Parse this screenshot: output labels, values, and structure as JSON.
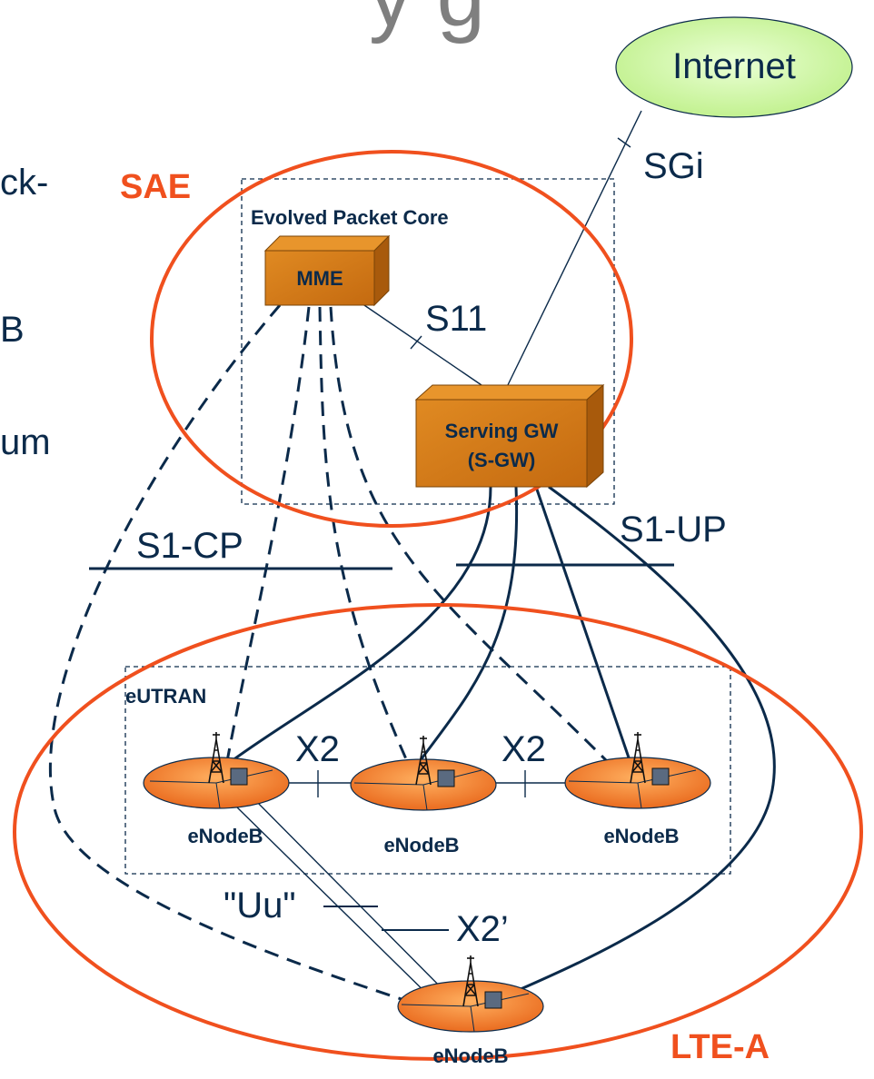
{
  "slide": {
    "title_fragment": "y g",
    "left_fragments": [
      "ck-",
      "B",
      "um"
    ]
  },
  "diagram": {
    "colors": {
      "orange_ring": "#f0501e",
      "node_fill": "#cc7a1a",
      "cloud_fill": "#ccff99",
      "line": "#0b2a4a"
    },
    "internet": {
      "label": "Internet"
    },
    "sae": {
      "label": "SAE"
    },
    "ltea": {
      "label": "LTE-A"
    },
    "epc": {
      "label": "Evolved Packet Core"
    },
    "mme": {
      "label": "MME"
    },
    "sgw": {
      "line1": "Serving GW",
      "line2": "(S-GW)"
    },
    "eutran": {
      "label": "eUTRAN"
    },
    "interfaces": {
      "sgi": "SGi",
      "s11": "S11",
      "s1cp": "S1-CP",
      "s1up": "S1-UP",
      "x2_left": "X2",
      "x2_right": "X2",
      "uu": "\"Uu\"",
      "x2prime": "X2’"
    },
    "enodebs": [
      {
        "label": "eNodeB"
      },
      {
        "label": "eNodeB"
      },
      {
        "label": "eNodeB"
      },
      {
        "label": "eNodeB"
      }
    ]
  }
}
